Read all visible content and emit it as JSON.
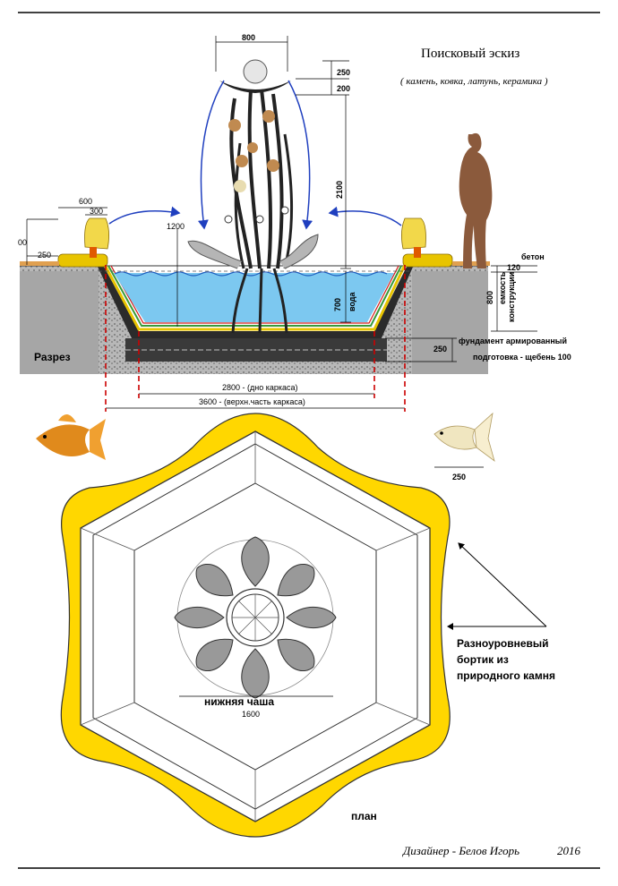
{
  "header": {
    "title": "Поисковый  эскиз",
    "subtitle": "( камень, ковка, латунь, керамика )"
  },
  "section": {
    "label": "Разрез",
    "dims": {
      "d800_top": "800",
      "d250": "250",
      "d200": "200",
      "d2100": "2100",
      "d600": "600",
      "d300": "300",
      "d00": "00",
      "d250_left": "250",
      "d1200": "1200",
      "d700": "700",
      "water": "вода",
      "d120": "120",
      "beton": "бетон",
      "d800_side": "800",
      "capacity": "емкость",
      "construction": "конструкции",
      "d250_found": "250",
      "foundation": "фундамент  армированный",
      "prep": "подготовка -  щебень  100",
      "d2800": "2800 - (дно  каркаса)",
      "d3600": "3600 - (верхн.часть каркаса)"
    }
  },
  "plan": {
    "fish_dim": "250",
    "callout_line1": "Разноуровневый",
    "callout_line2": "бортик  из",
    "callout_line3": "природного  камня",
    "lower_bowl": "нижняя  чаша",
    "lower_bowl_dim": "1600",
    "plan_label": "план"
  },
  "footer": {
    "signature": "Дизайнер  -  Белов  Игорь",
    "year": "2016"
  },
  "colors": {
    "yellow": "#ffd700",
    "water": "#7cc8f0",
    "concrete": "#2e2e2e",
    "ground": "#a9a9a9",
    "blue_arrow": "#1f3fbf",
    "red_dash": "#cc0000",
    "silhouette": "#8b5a3c"
  }
}
